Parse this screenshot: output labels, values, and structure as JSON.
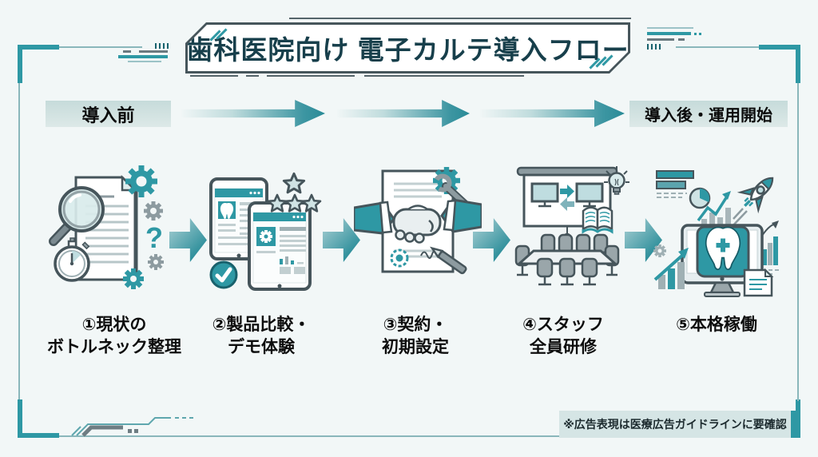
{
  "colors": {
    "accent": "#2e98a4",
    "accent_dark": "#173f4b",
    "outline": "#46555b",
    "background": "#f2f7f7",
    "label_bg": "#cfe0df"
  },
  "title": "歯科医院向け 電子カルテ導入フロー",
  "timeline": {
    "before": "導入前",
    "after": "導入後・運用開始",
    "arrow_count": 3
  },
  "steps": [
    {
      "icon": "current-state-analysis-illustration",
      "glyph": "?",
      "lines": [
        "①現状の",
        "ボトルネック整理"
      ]
    },
    {
      "icon": "product-comparison-demo-illustration",
      "lines": [
        "②製品比較・",
        "デモ体験"
      ]
    },
    {
      "icon": "contract-initial-setup-illustration",
      "lines": [
        "③契約・",
        "初期設定"
      ]
    },
    {
      "icon": "staff-training-illustration",
      "lines": [
        "④スタッフ",
        "全員研修"
      ]
    },
    {
      "icon": "full-operation-launch-illustration",
      "lines": [
        "⑤本格稼働",
        ""
      ]
    }
  ],
  "footnote": "※広告表現は医療広告ガイドラインに要確認"
}
